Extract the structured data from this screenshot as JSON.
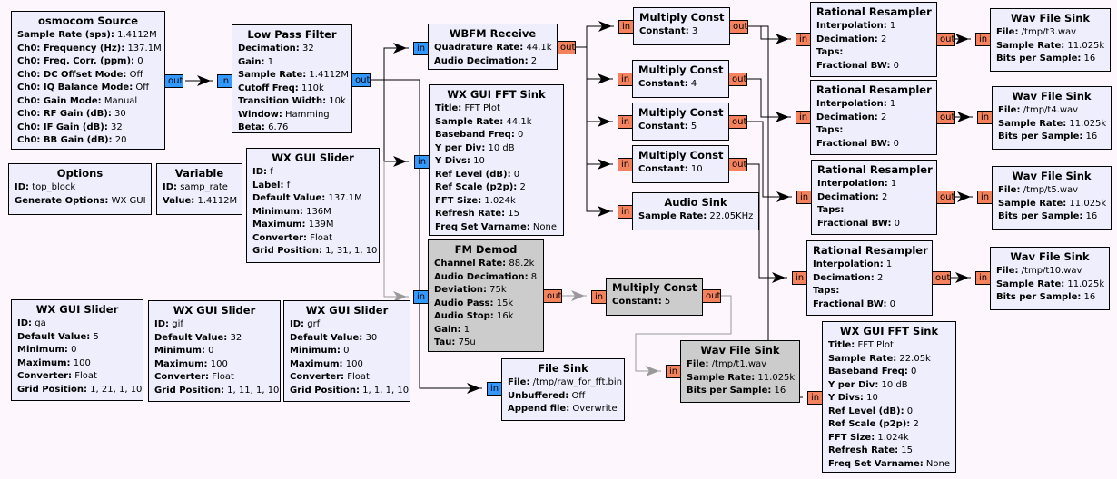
{
  "colors": {
    "canvas_bg": "#fdf7fd",
    "block_bg": "#eeeefc",
    "disabled_block_bg": "#cccccc",
    "complex_port": "#3399ff",
    "float_port": "#f4825c",
    "wire": "#000000",
    "disabled_wire": "#999999"
  },
  "port_labels": {
    "in": "in",
    "out": "out"
  },
  "blocks": {
    "osmocom_source": {
      "title": "osmocom Source",
      "params": [
        {
          "k": "Sample Rate (sps):",
          "v": "1.4112M"
        },
        {
          "k": "Ch0: Frequency (Hz):",
          "v": "137.1M"
        },
        {
          "k": "Ch0: Freq. Corr. (ppm):",
          "v": "0"
        },
        {
          "k": "Ch0: DC Offset Mode:",
          "v": "Off"
        },
        {
          "k": "Ch0: IQ Balance Mode:",
          "v": "Off"
        },
        {
          "k": "Ch0: Gain Mode:",
          "v": "Manual"
        },
        {
          "k": "Ch0: RF Gain (dB):",
          "v": "30"
        },
        {
          "k": "Ch0: IF Gain (dB):",
          "v": "32"
        },
        {
          "k": "Ch0: BB Gain (dB):",
          "v": "20"
        }
      ]
    },
    "low_pass_filter": {
      "title": "Low Pass Filter",
      "params": [
        {
          "k": "Decimation:",
          "v": "32"
        },
        {
          "k": "Gain:",
          "v": "1"
        },
        {
          "k": "Sample Rate:",
          "v": "1.4112M"
        },
        {
          "k": "Cutoff Freq:",
          "v": "110k"
        },
        {
          "k": "Transition Width:",
          "v": "10k"
        },
        {
          "k": "Window:",
          "v": "Hamming"
        },
        {
          "k": "Beta:",
          "v": "6.76"
        }
      ]
    },
    "options": {
      "title": "Options",
      "params": [
        {
          "k": "ID:",
          "v": "top_block"
        },
        {
          "k": "Generate Options:",
          "v": "WX GUI"
        }
      ]
    },
    "variable": {
      "title": "Variable",
      "params": [
        {
          "k": "ID:",
          "v": "samp_rate"
        },
        {
          "k": "Value:",
          "v": "1.4112M"
        }
      ]
    },
    "slider_f": {
      "title": "WX GUI Slider",
      "params": [
        {
          "k": "ID:",
          "v": "f"
        },
        {
          "k": "Label:",
          "v": "f"
        },
        {
          "k": "Default Value:",
          "v": "137.1M"
        },
        {
          "k": "Minimum:",
          "v": "136M"
        },
        {
          "k": "Maximum:",
          "v": "139M"
        },
        {
          "k": "Converter:",
          "v": "Float"
        },
        {
          "k": "Grid Position:",
          "v": "1, 31, 1, 10"
        }
      ]
    },
    "slider_ga": {
      "title": "WX GUI Slider",
      "params": [
        {
          "k": "ID:",
          "v": "ga"
        },
        {
          "k": "Default Value:",
          "v": "5"
        },
        {
          "k": "Minimum:",
          "v": "0"
        },
        {
          "k": "Maximum:",
          "v": "100"
        },
        {
          "k": "Converter:",
          "v": "Float"
        },
        {
          "k": "Grid Position:",
          "v": "1, 21, 1, 10"
        }
      ]
    },
    "slider_gif": {
      "title": "WX GUI Slider",
      "params": [
        {
          "k": "ID:",
          "v": "gif"
        },
        {
          "k": "Default Value:",
          "v": "32"
        },
        {
          "k": "Minimum:",
          "v": "0"
        },
        {
          "k": "Maximum:",
          "v": "100"
        },
        {
          "k": "Converter:",
          "v": "Float"
        },
        {
          "k": "Grid Position:",
          "v": "1, 11, 1, 10"
        }
      ]
    },
    "slider_grf": {
      "title": "WX GUI Slider",
      "params": [
        {
          "k": "ID:",
          "v": "grf"
        },
        {
          "k": "Default Value:",
          "v": "30"
        },
        {
          "k": "Minimum:",
          "v": "0"
        },
        {
          "k": "Maximum:",
          "v": "100"
        },
        {
          "k": "Converter:",
          "v": "Float"
        },
        {
          "k": "Grid Position:",
          "v": "1, 1, 1, 10"
        }
      ]
    },
    "wbfm_receive": {
      "title": "WBFM Receive",
      "params": [
        {
          "k": "Quadrature Rate:",
          "v": "44.1k"
        },
        {
          "k": "Audio Decimation:",
          "v": "2"
        }
      ]
    },
    "fft_sink_1": {
      "title": "WX GUI FFT Sink",
      "params": [
        {
          "k": "Title:",
          "v": "FFT Plot"
        },
        {
          "k": "Sample Rate:",
          "v": "44.1k"
        },
        {
          "k": "Baseband Freq:",
          "v": "0"
        },
        {
          "k": "Y per Div:",
          "v": "10 dB"
        },
        {
          "k": "Y Divs:",
          "v": "10"
        },
        {
          "k": "Ref Level (dB):",
          "v": "0"
        },
        {
          "k": "Ref Scale (p2p):",
          "v": "2"
        },
        {
          "k": "FFT Size:",
          "v": "1.024k"
        },
        {
          "k": "Refresh Rate:",
          "v": "15"
        },
        {
          "k": "Freq Set Varname:",
          "v": "None"
        }
      ]
    },
    "fm_demod": {
      "title": "FM Demod",
      "disabled": true,
      "params": [
        {
          "k": "Channel Rate:",
          "v": "88.2k"
        },
        {
          "k": "Audio Decimation:",
          "v": "8"
        },
        {
          "k": "Deviation:",
          "v": "75k"
        },
        {
          "k": "Audio Pass:",
          "v": "15k"
        },
        {
          "k": "Audio Stop:",
          "v": "16k"
        },
        {
          "k": "Gain:",
          "v": "1"
        },
        {
          "k": "Tau:",
          "v": "75u"
        }
      ]
    },
    "multiply_const_disabled": {
      "title": "Multiply Const",
      "disabled": true,
      "params": [
        {
          "k": "Constant:",
          "v": "5"
        }
      ]
    },
    "file_sink": {
      "title": "File Sink",
      "params": [
        {
          "k": "File:",
          "v": "/tmp/raw_for_fft.bin"
        },
        {
          "k": "Unbuffered:",
          "v": "Off"
        },
        {
          "k": "Append file:",
          "v": "Overwrite"
        }
      ]
    },
    "wav_sink_t1": {
      "title": "Wav File Sink",
      "disabled": true,
      "params": [
        {
          "k": "File:",
          "v": "/tmp/t1.wav"
        },
        {
          "k": "Sample Rate:",
          "v": "11.025k"
        },
        {
          "k": "Bits per Sample:",
          "v": "16"
        }
      ]
    },
    "mult_3": {
      "title": "Multiply Const",
      "params": [
        {
          "k": "Constant:",
          "v": "3"
        }
      ]
    },
    "mult_4": {
      "title": "Multiply Const",
      "params": [
        {
          "k": "Constant:",
          "v": "4"
        }
      ]
    },
    "mult_5": {
      "title": "Multiply Const",
      "params": [
        {
          "k": "Constant:",
          "v": "5"
        }
      ]
    },
    "mult_10": {
      "title": "Multiply Const",
      "params": [
        {
          "k": "Constant:",
          "v": "10"
        }
      ]
    },
    "audio_sink": {
      "title": "Audio Sink",
      "params": [
        {
          "k": "Sample Rate:",
          "v": "22.05KHz"
        }
      ]
    },
    "resampler_1": {
      "title": "Rational Resampler",
      "params": [
        {
          "k": "Interpolation:",
          "v": "1"
        },
        {
          "k": "Decimation:",
          "v": "2"
        },
        {
          "k": "Taps:",
          "v": ""
        },
        {
          "k": "Fractional BW:",
          "v": "0"
        }
      ]
    },
    "resampler_2": {
      "title": "Rational Resampler",
      "params": [
        {
          "k": "Interpolation:",
          "v": "1"
        },
        {
          "k": "Decimation:",
          "v": "2"
        },
        {
          "k": "Taps:",
          "v": ""
        },
        {
          "k": "Fractional BW:",
          "v": "0"
        }
      ]
    },
    "resampler_3": {
      "title": "Rational Resampler",
      "params": [
        {
          "k": "Interpolation:",
          "v": "1"
        },
        {
          "k": "Decimation:",
          "v": "2"
        },
        {
          "k": "Taps:",
          "v": ""
        },
        {
          "k": "Fractional BW:",
          "v": "0"
        }
      ]
    },
    "resampler_4": {
      "title": "Rational Resampler",
      "params": [
        {
          "k": "Interpolation:",
          "v": "1"
        },
        {
          "k": "Decimation:",
          "v": "2"
        },
        {
          "k": "Taps:",
          "v": ""
        },
        {
          "k": "Fractional BW:",
          "v": "0"
        }
      ]
    },
    "wav_sink_t3": {
      "title": "Wav File Sink",
      "params": [
        {
          "k": "File:",
          "v": "/tmp/t3.wav"
        },
        {
          "k": "Sample Rate:",
          "v": "11.025k"
        },
        {
          "k": "Bits per Sample:",
          "v": "16"
        }
      ]
    },
    "wav_sink_t4": {
      "title": "Wav File Sink",
      "params": [
        {
          "k": "File:",
          "v": "/tmp/t4.wav"
        },
        {
          "k": "Sample Rate:",
          "v": "11.025k"
        },
        {
          "k": "Bits per Sample:",
          "v": "16"
        }
      ]
    },
    "wav_sink_t5": {
      "title": "Wav File Sink",
      "params": [
        {
          "k": "File:",
          "v": "/tmp/t5.wav"
        },
        {
          "k": "Sample Rate:",
          "v": "11.025k"
        },
        {
          "k": "Bits per Sample:",
          "v": "16"
        }
      ]
    },
    "wav_sink_t10": {
      "title": "Wav File Sink",
      "params": [
        {
          "k": "File:",
          "v": "/tmp/t10.wav"
        },
        {
          "k": "Sample Rate:",
          "v": "11.025k"
        },
        {
          "k": "Bits per Sample:",
          "v": "16"
        }
      ]
    },
    "fft_sink_2": {
      "title": "WX GUI FFT Sink",
      "params": [
        {
          "k": "Title:",
          "v": "FFT Plot"
        },
        {
          "k": "Sample Rate:",
          "v": "22.05k"
        },
        {
          "k": "Baseband Freq:",
          "v": "0"
        },
        {
          "k": "Y per Div:",
          "v": "10 dB"
        },
        {
          "k": "Y Divs:",
          "v": "10"
        },
        {
          "k": "Ref Level (dB):",
          "v": "0"
        },
        {
          "k": "Ref Scale (p2p):",
          "v": "2"
        },
        {
          "k": "FFT Size:",
          "v": "1.024k"
        },
        {
          "k": "Refresh Rate:",
          "v": "15"
        },
        {
          "k": "Freq Set Varname:",
          "v": "None"
        }
      ]
    }
  },
  "connections": [
    {
      "from": "osmocom_source.out",
      "to": "low_pass_filter.in"
    },
    {
      "from": "low_pass_filter.out",
      "to": "wbfm_receive.in"
    },
    {
      "from": "low_pass_filter.out",
      "to": "fft_sink_1.in"
    },
    {
      "from": "low_pass_filter.out",
      "to": "fm_demod.in",
      "disabled": true
    },
    {
      "from": "low_pass_filter.out",
      "to": "file_sink.in"
    },
    {
      "from": "fm_demod.out",
      "to": "multiply_const_disabled.in",
      "disabled": true
    },
    {
      "from": "multiply_const_disabled.out",
      "to": "wav_sink_t1.in",
      "disabled": true
    },
    {
      "from": "wbfm_receive.out",
      "to": "mult_3.in"
    },
    {
      "from": "wbfm_receive.out",
      "to": "mult_4.in"
    },
    {
      "from": "wbfm_receive.out",
      "to": "mult_5.in"
    },
    {
      "from": "wbfm_receive.out",
      "to": "mult_10.in"
    },
    {
      "from": "wbfm_receive.out",
      "to": "audio_sink.in"
    },
    {
      "from": "mult_3.out",
      "to": "resampler_1.in"
    },
    {
      "from": "mult_3.out",
      "to": "fft_sink_2.in"
    },
    {
      "from": "mult_4.out",
      "to": "resampler_2.in"
    },
    {
      "from": "mult_5.out",
      "to": "resampler_3.in"
    },
    {
      "from": "mult_10.out",
      "to": "resampler_4.in"
    },
    {
      "from": "resampler_1.out",
      "to": "wav_sink_t3.in"
    },
    {
      "from": "resampler_2.out",
      "to": "wav_sink_t4.in"
    },
    {
      "from": "resampler_3.out",
      "to": "wav_sink_t5.in"
    },
    {
      "from": "resampler_4.out",
      "to": "wav_sink_t10.in"
    }
  ]
}
